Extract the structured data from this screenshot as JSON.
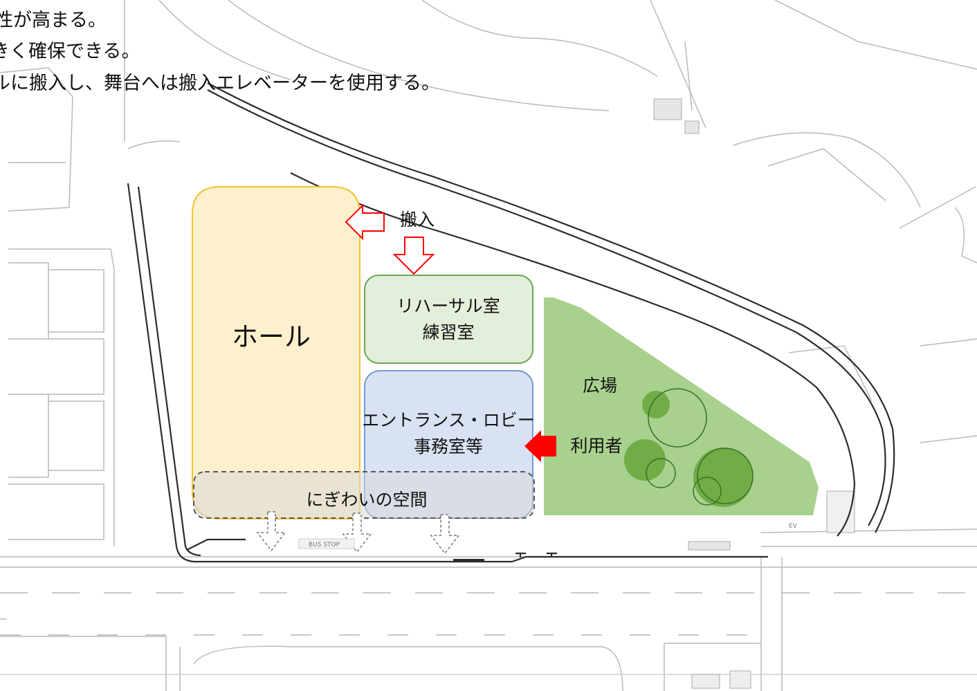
{
  "notes": [
    "性が高まる。",
    "きく確保できる。",
    "ルに搬入し、舞台へは搬入エレベーターを使用する。"
  ],
  "zones": {
    "hall": "ホール",
    "rehearsal_line1": "リハーサル室",
    "rehearsal_line2": "練習室",
    "entrance_line1": "エントランス・ロビー",
    "entrance_line2": "事務室等",
    "nigiwai": "にぎわいの空間",
    "plaza": "広場"
  },
  "labels": {
    "delivery": "搬入",
    "users": "利用者"
  },
  "map_labels": {
    "bus_stop": "BUS STOP",
    "ev": "EV"
  },
  "colors": {
    "hall_fill": "#fdf0cc",
    "hall_stroke": "#f2c230",
    "rehearsal_fill": "#e3eedb",
    "rehearsal_stroke": "#6aa84f",
    "entrance_fill": "#d9e2f3",
    "entrance_stroke": "#6f9bd1",
    "plaza_fill": "#a9d18e",
    "tree_fill": "#70ad47",
    "arrow_red": "#ff0000"
  }
}
